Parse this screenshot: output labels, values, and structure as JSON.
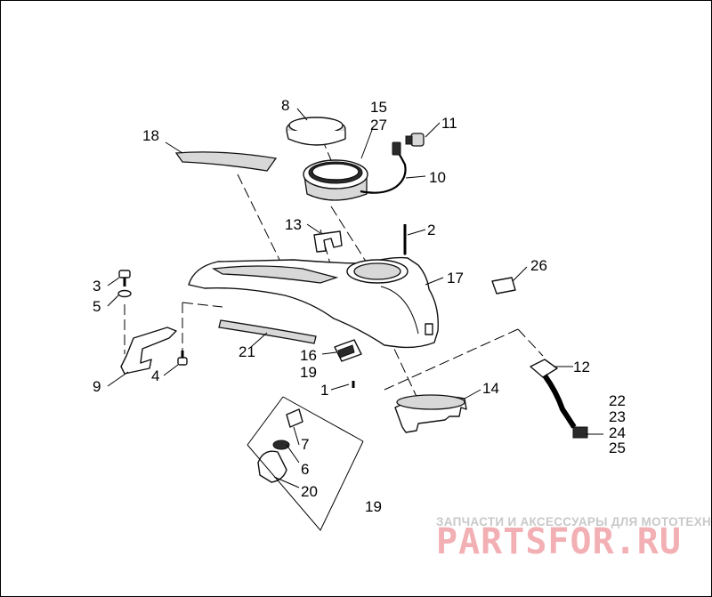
{
  "diagram": {
    "callouts": {
      "c1": "1",
      "c2": "2",
      "c3": "3",
      "c4": "4",
      "c5": "5",
      "c6": "6",
      "c7": "7",
      "c8": "8",
      "c9": "9",
      "c10": "10",
      "c11": "11",
      "c12": "12",
      "c13": "13",
      "c14": "14",
      "c15": "15",
      "c16": "16",
      "c17": "17",
      "c18": "18",
      "c19a": "19",
      "c19b": "19",
      "c20": "20",
      "c21": "21",
      "c22": "22",
      "c23": "23",
      "c24": "24",
      "c25": "25",
      "c26": "26",
      "c27": "27"
    }
  },
  "watermark": {
    "caption": "ЗАПЧАСТИ И АКСЕССУАРЫ ДЛЯ МОТОТЕХНИКИ",
    "brand": "PARTSFOR.RU"
  },
  "colors": {
    "ink": "#000000",
    "watermark_caption": "#c9c9c9",
    "watermark_brand": "#f2b0b4"
  }
}
